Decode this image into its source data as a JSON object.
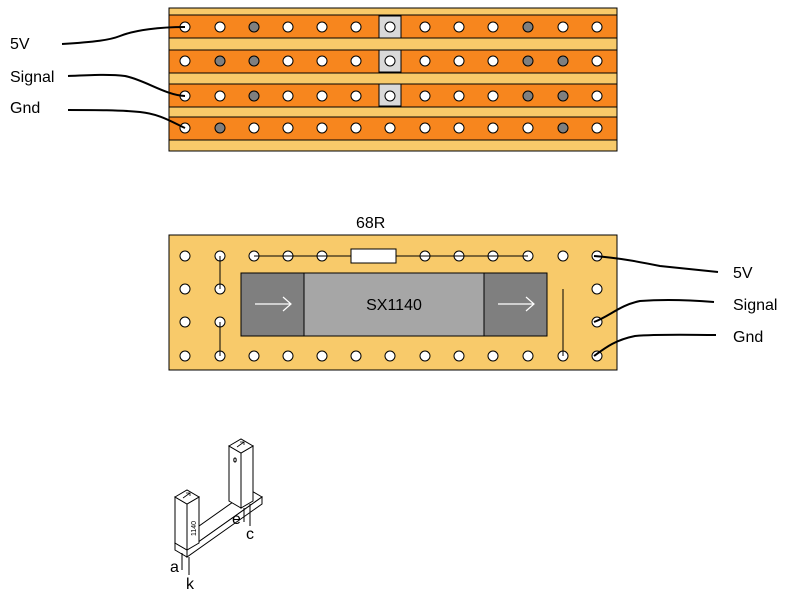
{
  "stripboard": {
    "labels": {
      "v5": "5V",
      "signal": "Signal",
      "gnd": "Gnd"
    }
  },
  "component_board": {
    "resistor_label": "68R",
    "sensor_label": "SX1140",
    "labels": {
      "v5": "5V",
      "signal": "Signal",
      "gnd": "Gnd"
    }
  },
  "sensor_3d": {
    "body_text": "1140",
    "pins": {
      "a": "a",
      "k": "k",
      "e": "e",
      "c": "c"
    }
  },
  "colors": {
    "board": "#f8ca6a",
    "strip": "#f7861e",
    "hole_cut": "#7f7f7f",
    "sensor_body": "#a6a6a6",
    "sensor_end": "#7f7f7f",
    "pad": "#d9d9d9"
  }
}
